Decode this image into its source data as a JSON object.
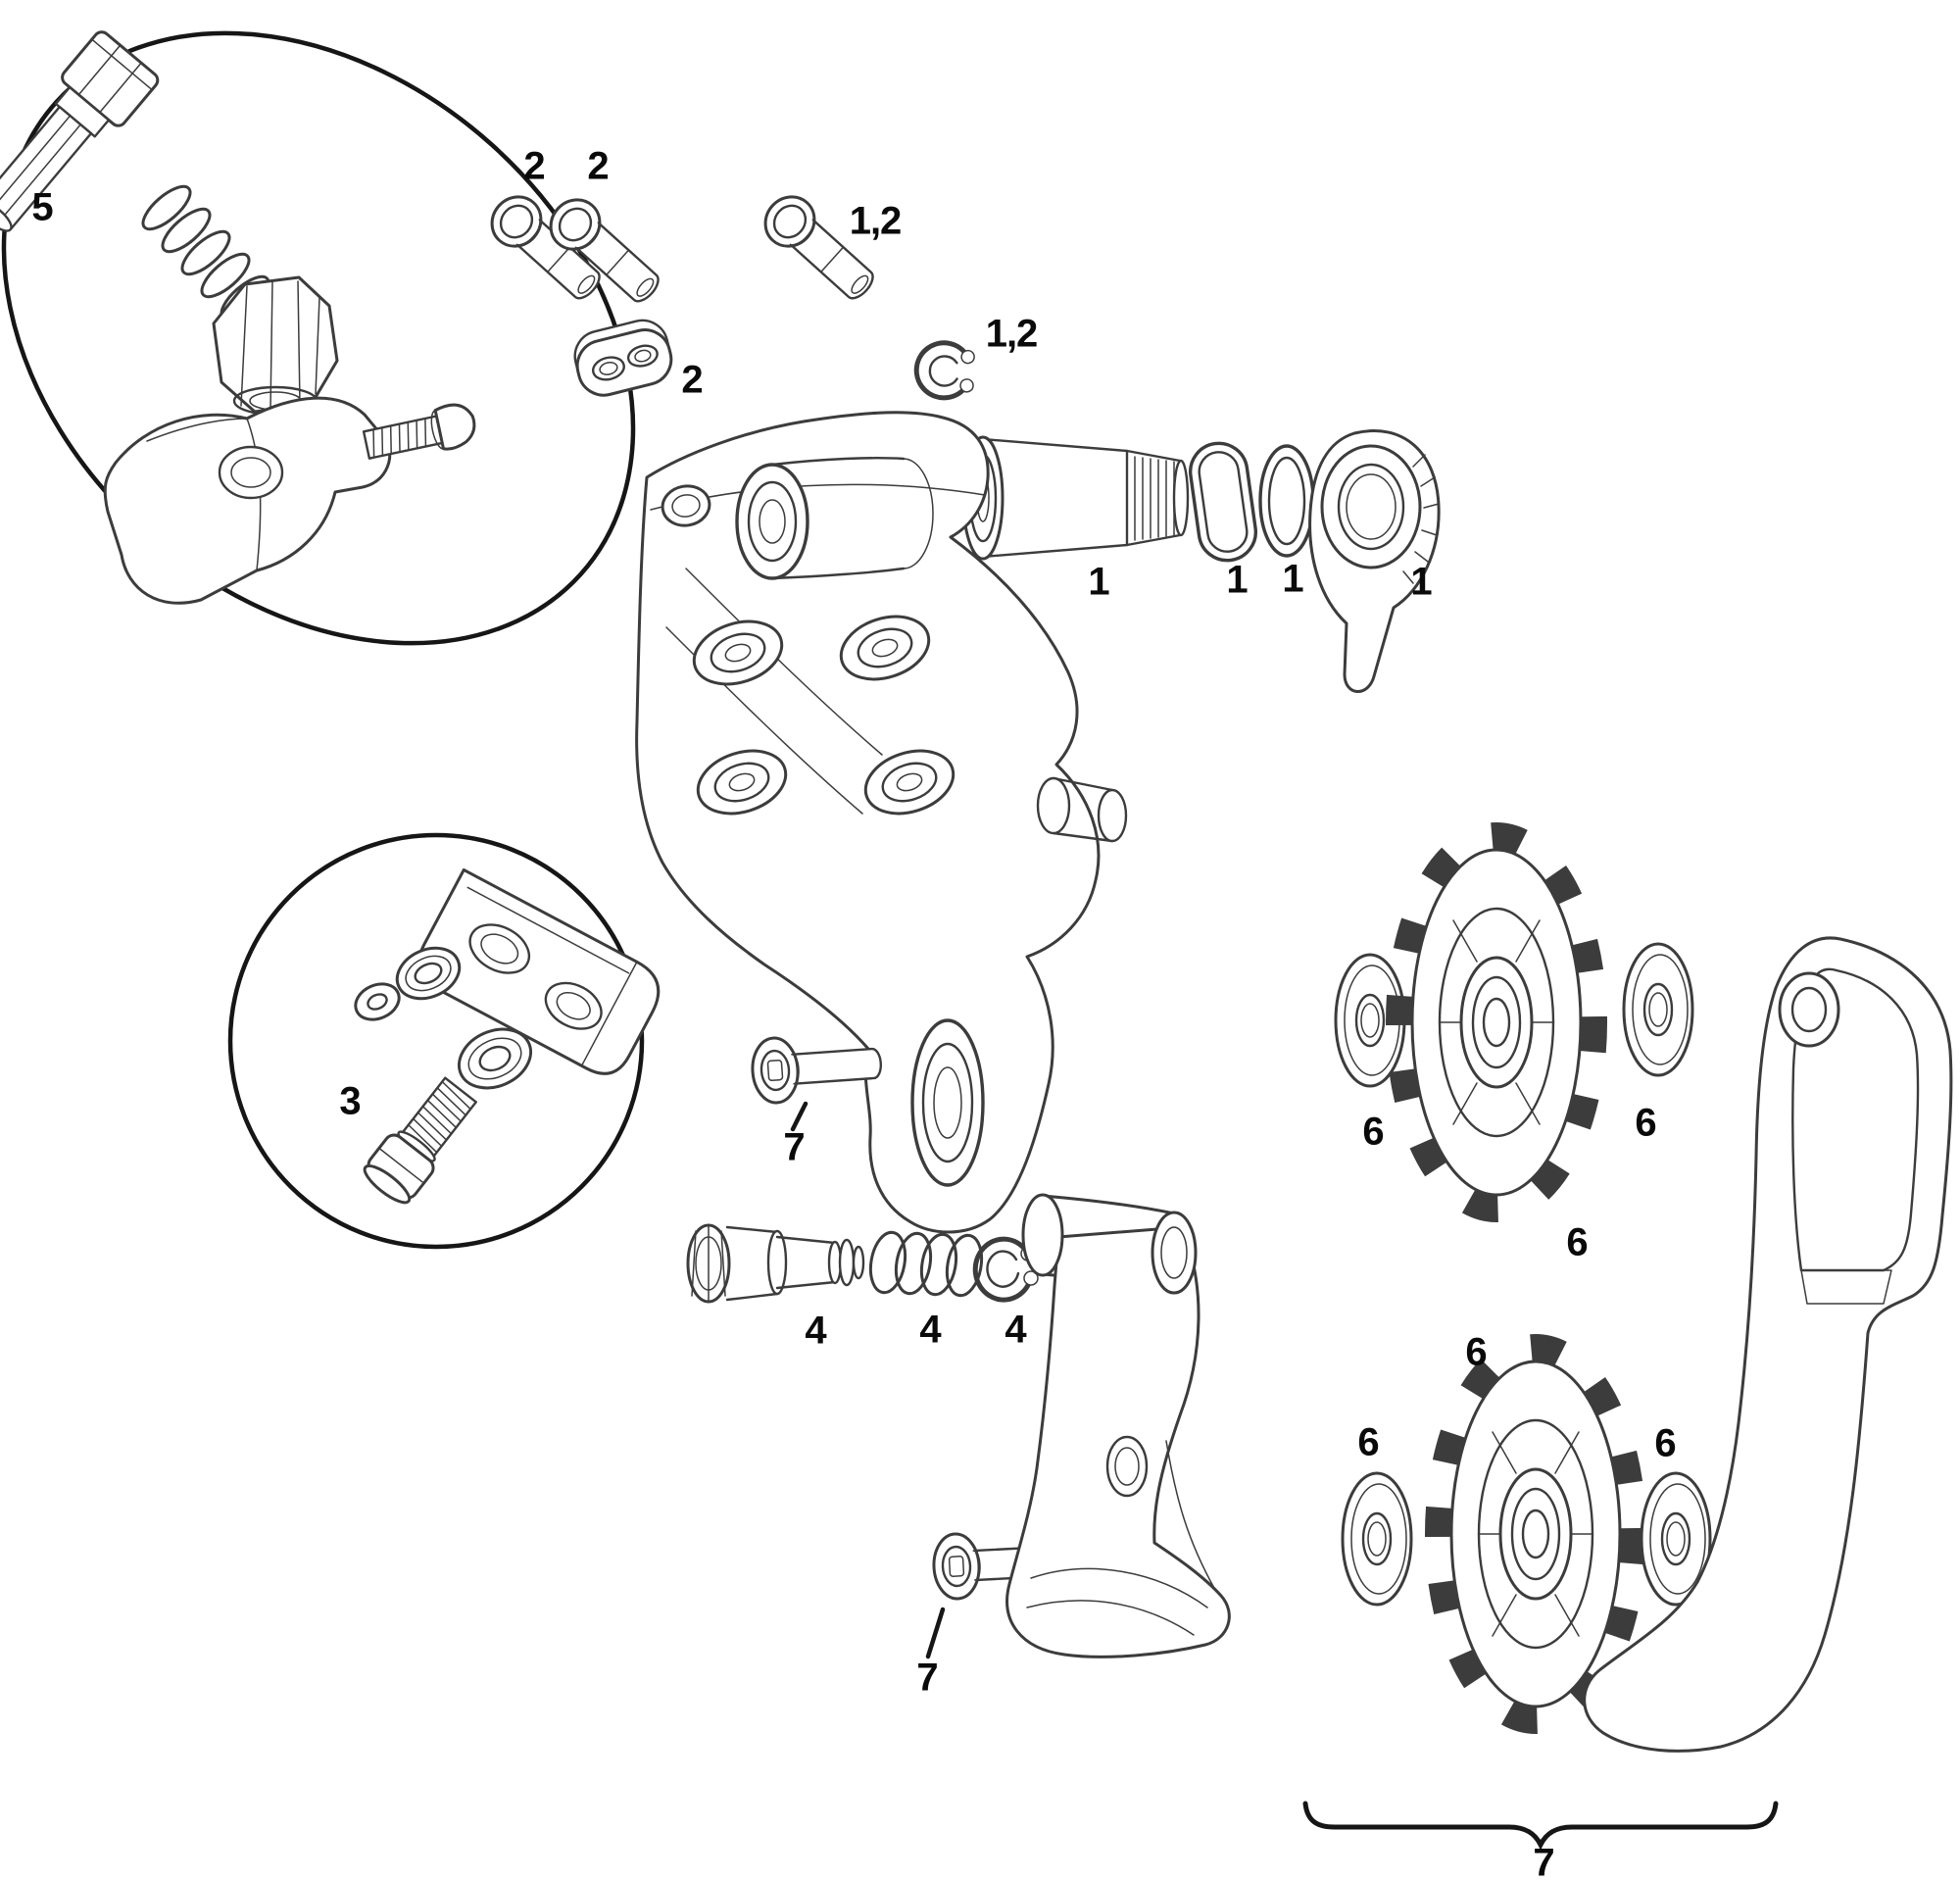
{
  "figure": {
    "kind": "exploded parts diagram",
    "subject": "bicycle rear derailleur service parts",
    "background_color": "#ffffff",
    "line_color": "#3c3c3c",
    "callout_color": "#161616",
    "label_color": "#0a0a0a"
  },
  "labels": [
    {
      "text": "5"
    },
    {
      "text": "2"
    },
    {
      "text": "2"
    },
    {
      "text": "1,2"
    },
    {
      "text": "2"
    },
    {
      "text": "1,2"
    },
    {
      "text": "1"
    },
    {
      "text": "1"
    },
    {
      "text": "1"
    },
    {
      "text": "1"
    },
    {
      "text": "3"
    },
    {
      "text": "7"
    },
    {
      "text": "4"
    },
    {
      "text": "4"
    },
    {
      "text": "4"
    },
    {
      "text": "6"
    },
    {
      "text": "6"
    },
    {
      "text": "6"
    },
    {
      "text": "6"
    },
    {
      "text": "6"
    },
    {
      "text": "6"
    },
    {
      "text": "7"
    },
    {
      "text": "7"
    }
  ],
  "parts": [
    {
      "label": "5",
      "name": "cable-adjuster-assembly"
    },
    {
      "label": "2",
      "name": "mounting-screws-and-cable-anchor-plate"
    },
    {
      "label": "1,2",
      "name": "pivot-screw-and-retaining-clip"
    },
    {
      "label": "1",
      "name": "b-bolt-oval-washer-oring-hanger-hook"
    },
    {
      "label": "3",
      "name": "anchor-bracket-washers-and-screw"
    },
    {
      "label": "4",
      "name": "clutch-pin-spring-and-e-clip"
    },
    {
      "label": "6",
      "name": "pulley-wheels-with-washers"
    },
    {
      "label": "7",
      "name": "pulley-screws-and-cage-plates"
    }
  ]
}
